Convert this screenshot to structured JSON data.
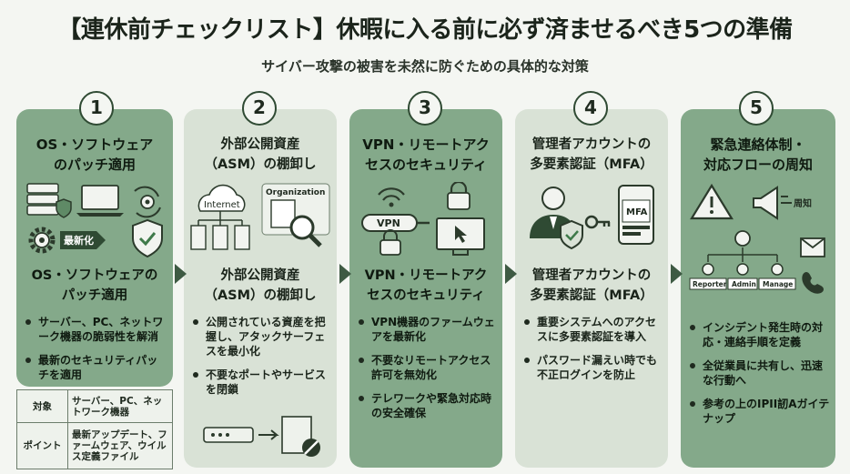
{
  "title": "【連休前チェックリスト】休暇に入る前に必ず済ませるべき5つの準備",
  "subtitle": "サイバー攻撃の被害を未然に防ぐための具体的な対策",
  "colors": {
    "dark_card": "#84a98a",
    "light_card": "#d9e2d6",
    "accent": "#2f4a33"
  },
  "cards": [
    {
      "number": "1",
      "heading_line1": "OS・ソフトウェア",
      "heading_line2": "のパッチ適用",
      "badge": "最新化",
      "sub_line1": "OS・ソフトウェアの",
      "sub_line2": "パッチ適用",
      "bullets": [
        "サーバー、PC、ネットワーク機器の脆弱性を解消",
        "最新のセキュリティパッチを適用"
      ],
      "table": [
        {
          "key": "対象",
          "value": "サーバー、PC、ネットワーク機器"
        },
        {
          "key": "ポイント",
          "value": "最新アップデート、ファームウェア、ウイルス定義ファイル"
        }
      ],
      "icons": [
        "server-shield-icon",
        "laptop-icon",
        "refresh-gear-icon",
        "gear-icon",
        "shield-check-icon"
      ]
    },
    {
      "number": "2",
      "heading_line1": "外部公開資産",
      "heading_line2": "（ASM）の棚卸し",
      "cloud_label": "Internet",
      "org_label": "Organization",
      "sub_line1": "外部公開資産",
      "sub_line2": "（ASM）の棚卸し",
      "bullets": [
        "公開されている資産を把握し、アタックサーフェスを最小化",
        "不要なポートやサービスを閉鎖"
      ],
      "icons": [
        "cloud-icon",
        "server-icon",
        "magnifier-icon",
        "router-icon",
        "blocked-server-icon"
      ]
    },
    {
      "number": "3",
      "heading_line1": "VPN・リモートアク",
      "heading_line2": "セスのセキュリティ",
      "vpn_label": "VPN",
      "sub_line1": "VPN・リモートアク",
      "sub_line2": "セスのセキュリティ",
      "bullets": [
        "VPN機器のファームウェアを最新化",
        "不要なリモートアクセス許可を無効化",
        "テレワークや緊急対応時の安全確保"
      ],
      "icons": [
        "wifi-icon",
        "lock-icon",
        "vpn-tunnel-icon",
        "monitor-cursor-icon"
      ]
    },
    {
      "number": "4",
      "heading_line1": "管理者アカウントの",
      "heading_line2": "多要素認証（MFA）",
      "mfa_label": "MFA",
      "sub_line1": "管理者アカウントの",
      "sub_line2": "多要素認証（MFA）",
      "bullets": [
        "重要システムへのアクセスに多要素認証を導入",
        "パスワード漏えい時でも不正ログインを防止"
      ],
      "icons": [
        "admin-user-icon",
        "shield-check-icon",
        "key-icon",
        "smartphone-mfa-icon"
      ]
    },
    {
      "number": "5",
      "heading_line1": "緊急連絡体制・",
      "heading_line2": "対応フローの周知",
      "notice_label": "周知",
      "roles": [
        "Reporter",
        "Admin",
        "Manage"
      ],
      "bullets": [
        "インシデント発生時の対応・連絡手順を定義",
        "全従業員に共有し、迅速な行動へ",
        "参考の上のIPII訒Aガイテナップ"
      ],
      "icons": [
        "warning-icon",
        "megaphone-icon",
        "org-chart-icon",
        "mail-icon",
        "phone-icon"
      ]
    }
  ]
}
